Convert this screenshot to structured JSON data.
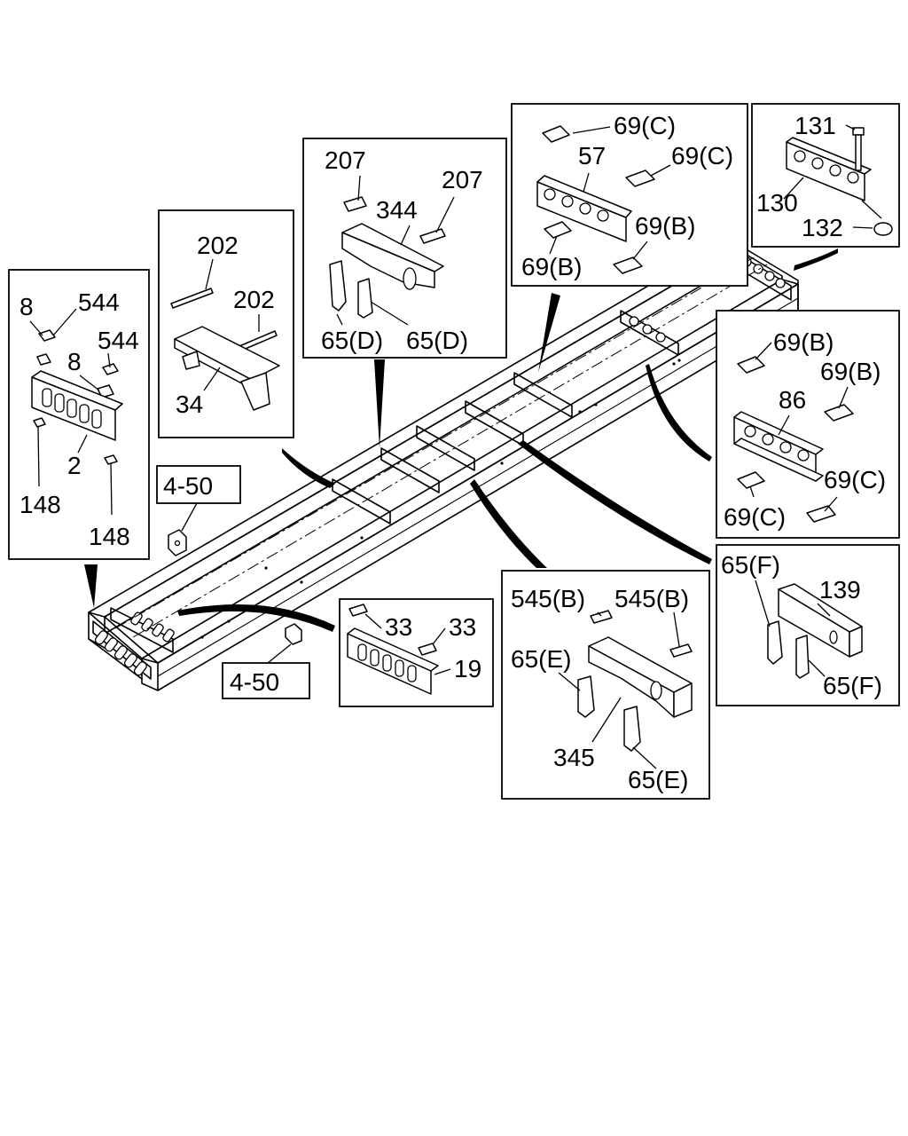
{
  "callouts": {
    "c_8a": "8",
    "c_544a": "544",
    "c_544b": "544",
    "c_8b": "8",
    "c_2": "2",
    "c_148a": "148",
    "c_148b": "148",
    "c_202a": "202",
    "c_202b": "202",
    "c_34": "34",
    "c_207a": "207",
    "c_207b": "207",
    "c_344": "344",
    "c_65d1": "65(D)",
    "c_65d2": "65(D)",
    "c_69c1": "69(C)",
    "c_57": "57",
    "c_69c2": "69(C)",
    "c_69b1": "69(B)",
    "c_69b2": "69(B)",
    "c_131": "131",
    "c_130": "130",
    "c_132": "132",
    "c_69b3": "69(B)",
    "c_69b4": "69(B)",
    "c_86": "86",
    "c_69c3": "69(C)",
    "c_69c4": "69(C)",
    "c_65f1": "65(F)",
    "c_139": "139",
    "c_65f2": "65(F)",
    "c_545b1": "545(B)",
    "c_545b2": "545(B)",
    "c_65e1": "65(E)",
    "c_345": "345",
    "c_65e2": "65(E)",
    "c_33a": "33",
    "c_33b": "33",
    "c_19": "19"
  },
  "references": {
    "ref_1": "4-50",
    "ref_2": "4-50"
  }
}
